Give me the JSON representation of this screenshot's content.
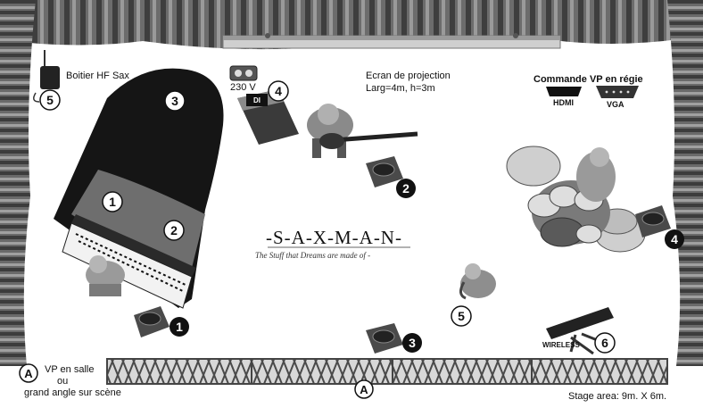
{
  "stage_plan": {
    "labels": {
      "hf_sax_box": "Boitier HF Sax",
      "power": "230 V",
      "di_box": "DI",
      "screen_title": "Ecran de projection",
      "screen_size": "Larg=4m, h=3m",
      "vp_control": "Commande VP en régie",
      "hdmi": "HDMI",
      "vga": "VGA",
      "wireless": "WIRELESS",
      "vp_room_line1": "VP en salle",
      "vp_room_line2": "ou",
      "vp_room_line3": "grand angle sur scène",
      "stage_area": "Stage area: 9m. X 6m."
    },
    "logo": {
      "name": "-S-A-X-M-A-N-",
      "tagline": "The Stuff that Dreams are made of -"
    },
    "markers": {
      "piano_lid": "3",
      "piano_mic_1": "1",
      "piano_mic_2": "2",
      "hf_sax": "5",
      "di_box": "4",
      "vp_a_left": "A",
      "vp_a_bottom": "A",
      "sax_player": "5",
      "wireless": "6"
    },
    "monitors": [
      "1",
      "2",
      "3",
      "4"
    ]
  },
  "colors": {
    "curtain": "#5a5a5a",
    "piano": "#1a1a1a",
    "truss": "#6b6b6b"
  }
}
